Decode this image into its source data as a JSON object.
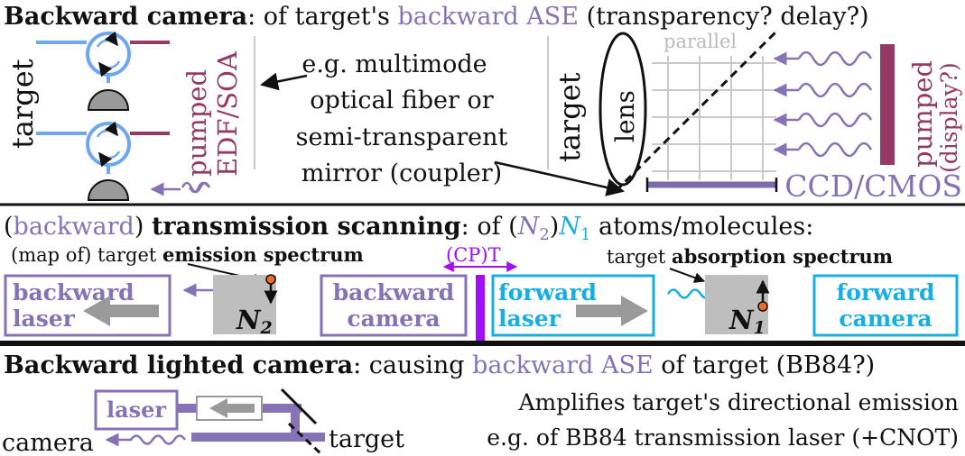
{
  "colors": {
    "ink": "#111111",
    "violet": "#8573b6",
    "violetDark": "#7b68ad",
    "wine": "#953a67",
    "blue": "#6fa7ee",
    "cyan": "#17aee2",
    "magenta": "#a20ef7",
    "orange": "#f26b21",
    "gray": "#9a9a9a",
    "grayFill": "#bebebe",
    "lightGray": "#c9c9c9"
  },
  "top": {
    "heading_bold": "Backward camera",
    "heading_colon": ": of target's ",
    "heading_ase": "backward ASE",
    "heading_rest": " (transparency? delay?)",
    "target_left": "target",
    "pumped_left_1": "pumped",
    "pumped_left_2": "EDF/SOA",
    "note_lines": [
      "e.g. multimode",
      "optical fiber or",
      "semi-transparent",
      "mirror (coupler)"
    ],
    "target_mid": "target",
    "lens": "lens",
    "parallel": "parallel",
    "pumped_right_1": "pumped",
    "pumped_right_2": "(display?)",
    "sensor": "CCD/CMOS"
  },
  "middle": {
    "open_paren": "(",
    "backward": "backward",
    "close_paren": ") ",
    "scan_bold": "transmission scanning",
    "scan_colon": ": of (",
    "n2_letter": "N",
    "n2_sub": "2",
    "mid_paren": ")",
    "n1_letter": "N",
    "n1_sub": "1",
    "atoms": " atoms/molecules:",
    "emission_prefix": "(map of) target ",
    "emission_bold": "emission spectrum",
    "cpt": "(CP)T",
    "absorption_prefix": "target ",
    "absorption_bold": "absorption spectrum",
    "box_bw_laser": [
      "backward",
      "laser"
    ],
    "box_bw_camera": [
      "backward",
      "camera"
    ],
    "box_fw_laser": [
      "forward",
      "laser"
    ],
    "box_fw_camera": [
      "forward",
      "camera"
    ],
    "cell_n2": "N",
    "cell_n2_sub": "2",
    "cell_n1": "N",
    "cell_n1_sub": "1"
  },
  "bottom": {
    "heading_bold": "Backward lighted camera",
    "heading_colon": ": causing ",
    "heading_ase": "backward ASE",
    "heading_rest": " of target (BB84?)",
    "laser": "laser",
    "camera": "camera",
    "target": "target",
    "line1": "Amplifies target's directional emission",
    "line2": "e.g. of BB84 transmission laser (+CNOT)"
  }
}
